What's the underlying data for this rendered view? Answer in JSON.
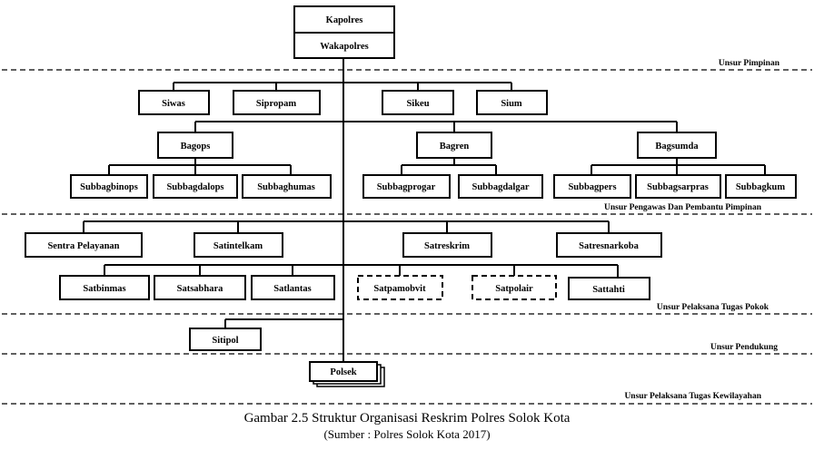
{
  "diagram": {
    "sections": [
      "Unsur Pimpinan",
      "Unsur Pengawas Dan Pembantu Pimpinan",
      "Unsur Pelaksana Tugas Pokok",
      "Unsur Pendukung",
      "Unsur Pelaksana Tugas  Kewilayahan"
    ],
    "nodes": {
      "kapolres": "Kapolres",
      "wakapolres": "Wakapolres",
      "siwas": "Siwas",
      "sipropam": "Sipropam",
      "sikeu": "Sikeu",
      "sium": "Sium",
      "bagops": "Bagops",
      "bagren": "Bagren",
      "bagsumda": "Bagsumda",
      "subbagbinops": "Subbagbinops",
      "subbagdalops": "Subbagdalops",
      "subbaghumas": "Subbaghumas",
      "subbagprogar": "Subbagprogar",
      "subbagdalgar": "Subbagdalgar",
      "subbagpers": "Subbagpers",
      "subbagsarpras": "Subbagsarpras",
      "subbagkum": "Subbagkum",
      "sentra_pelayanan": "Sentra Pelayanan",
      "satintelkam": "Satintelkam",
      "satreskrim": "Satreskrim",
      "satresnarkoba": "Satresnarkoba",
      "satbinmas": "Satbinmas",
      "satsabhara": "Satsabhara",
      "satlantas": "Satlantas",
      "satpamobvit": "Satpamobvit",
      "satpolair": "Satpolair",
      "sattahti": "Sattahti",
      "sitipol": "Sitipol",
      "polsek": "Polsek"
    }
  },
  "caption": {
    "title": "Gambar 2.5 Struktur Organisasi Reskrim Polres Solok Kota",
    "source": "(Sumber : Polres Solok Kota 2017)"
  }
}
